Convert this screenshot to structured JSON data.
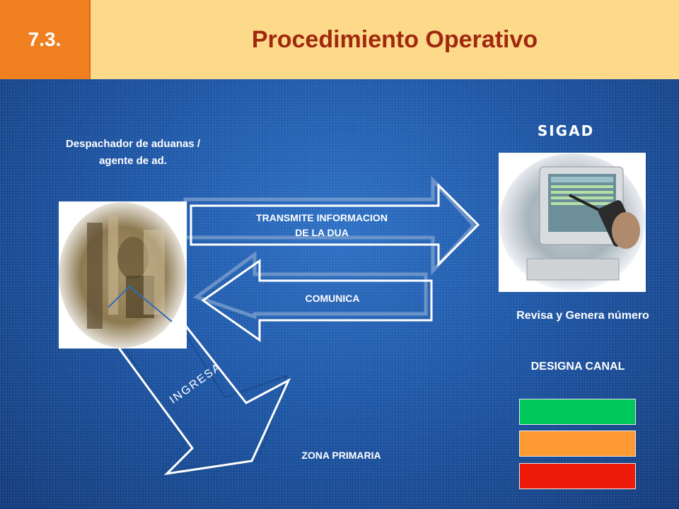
{
  "header": {
    "section_number": "7.3.",
    "title": "Procedimiento Operativo"
  },
  "diagram": {
    "agent_label_line1": "Despachador de aduanas /",
    "agent_label_line2": "agente de ad.",
    "system_label": "SIGAD",
    "transmit_line1": "TRANSMITE INFORMACION",
    "transmit_line2": "DE LA DUA",
    "communicate_label": "COMUNICA",
    "review_label": "Revisa y Genera número",
    "assign_channel_label": "DESIGNA CANAL",
    "enters_label": "INGRESA",
    "primary_zone_label": "ZONA PRIMARIA",
    "channels": [
      {
        "color": "#00c85a"
      },
      {
        "color": "#ff9a33"
      },
      {
        "color": "#ee1a0a"
      }
    ]
  }
}
